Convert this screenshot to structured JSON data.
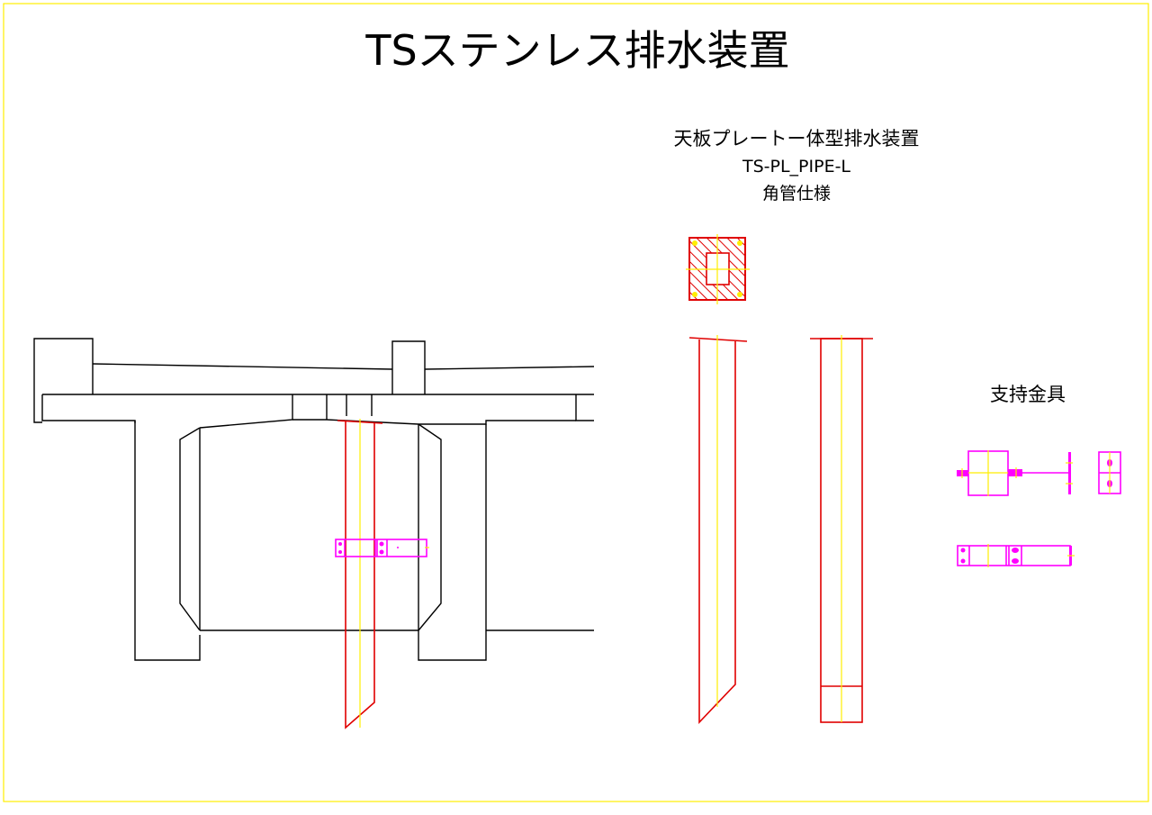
{
  "drawing": {
    "title": "TSステンレス排水装置",
    "subtitle_line1": "天板プレートー体型排水装置",
    "subtitle_line2": "TS-PL_PIPE-L",
    "subtitle_line3": "角管仕様",
    "bracket_label": "支持金具"
  },
  "colors": {
    "border": "#ffee00",
    "structure": "#000000",
    "pipe": "#e00000",
    "centerline": "#ffee00",
    "bracket": "#ff00ff"
  }
}
